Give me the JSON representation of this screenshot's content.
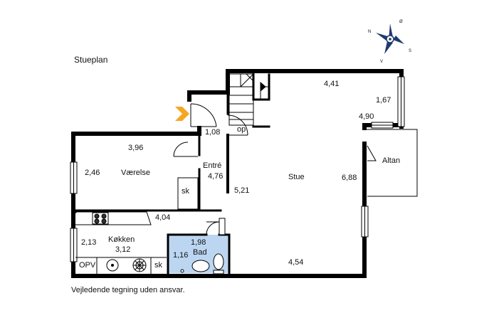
{
  "plan": {
    "title": "Stueplan",
    "disclaimer": "Vejledende tegning uden ansvar.",
    "rooms": {
      "vaerelse": "Værelse",
      "entre": "Entré",
      "stue": "Stue",
      "altan": "Altan",
      "koekken": "Køkken",
      "bad": "Bad"
    },
    "fixtures": {
      "op": "op",
      "sk_vaerelse": "sk",
      "sk_koekken": "sk",
      "opv": "OPV"
    },
    "dimensions": {
      "d441": "4,41",
      "d167": "1,67",
      "d490": "4,90",
      "d108": "1,08",
      "d396": "3,96",
      "d246": "2,46",
      "d476": "4,76",
      "d521": "5,21",
      "d688": "6,88",
      "d404": "4,04",
      "d213": "2,13",
      "d312": "3,12",
      "d198": "1,98",
      "d116": "1,16",
      "d454": "4,54"
    },
    "compass": {
      "n": "N",
      "o": "Ø",
      "s": "S",
      "v": "V"
    },
    "colors": {
      "wall": "#000000",
      "bath": "#bcd6f2",
      "entry_marker": "#f5a623"
    }
  }
}
